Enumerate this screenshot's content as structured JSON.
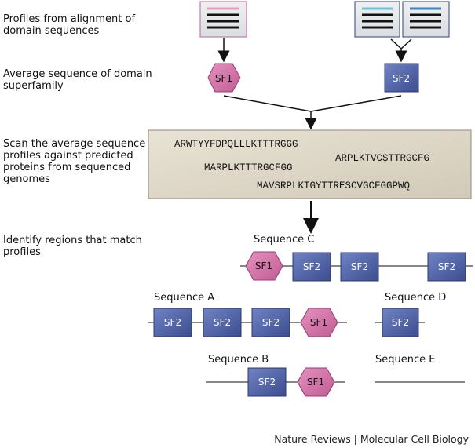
{
  "steps": {
    "profiles": "Profiles from alignment of domain sequences",
    "average": "Average sequence of domain superfamily",
    "scan": "Scan the average sequence profiles against predicted proteins from sequenced genomes",
    "identify": "Identify regions that match profiles"
  },
  "domains": {
    "sf1": "SF1",
    "sf2": "SF2"
  },
  "scan_sequences": [
    "ARWTYYFDPQLLLKTTTRGGG",
    "ARPLKTVCSTTRGCFG",
    "MARPLKTTTRGCFGG",
    "MAVSRPLKTGYTTRESCVGCFGGPWQ"
  ],
  "sequences": {
    "a": "Sequence A",
    "b": "Sequence B",
    "c": "Sequence C",
    "d": "Sequence D",
    "e": "Sequence E"
  },
  "credit": "Nature Reviews | Molecular Cell Biology",
  "colors": {
    "sf1_fill": "#d177a8",
    "sf1_stroke": "#9b3c72",
    "sf2_fill": "#4f63a8",
    "sf2_stroke": "#2c3a70",
    "profile_pink": "#e79bc3",
    "profile_cyan": "#6cc3de",
    "profile_blue": "#3f82c4",
    "scan_box": "#ddd6c6"
  }
}
